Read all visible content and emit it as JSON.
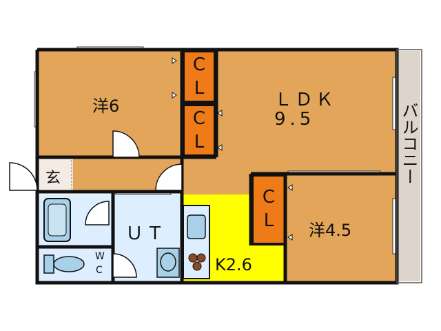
{
  "rooms": {
    "western_6": "洋6",
    "ldk_line1": "ＬＤＫ",
    "ldk_line2": "9.5",
    "western_45": "洋4.5",
    "kitchen": "K2.6",
    "ut": "ＵＴ",
    "wc_w": "W",
    "wc_c": "C",
    "entrance": "玄",
    "balcony": "バルコニー"
  },
  "closets": [
    {
      "c": "C",
      "l": "L"
    },
    {
      "c": "C",
      "l": "L"
    },
    {
      "c": "C",
      "l": "L"
    }
  ],
  "colors": {
    "wall": "#111111",
    "room_floor": "#e2a55a",
    "closet": "#ee7a18",
    "kitchen_floor": "#ffff00",
    "wet_area": "#ddeeff",
    "balcony": "#ddd4cb",
    "fixture": "#a8d0e8"
  },
  "icons": [
    "door-swing-icon",
    "bathtub-icon",
    "toilet-icon",
    "washbasin-icon",
    "sink-icon",
    "stove-icon",
    "window-icon"
  ]
}
